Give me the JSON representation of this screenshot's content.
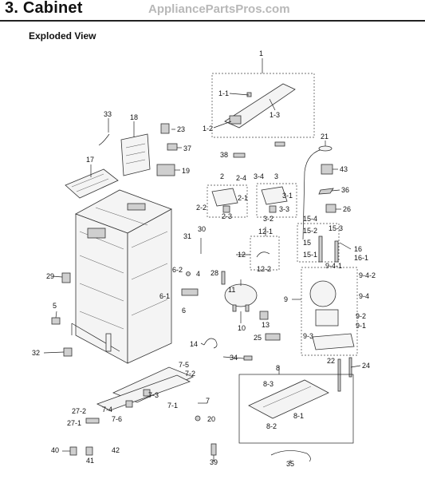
{
  "header": {
    "section_title": "3. Cabinet",
    "watermark": "AppliancePartsPros.com"
  },
  "subtitle": "Exploded View",
  "callouts": {
    "c1": "1",
    "c1_1": "1-1",
    "c1_2": "1-2",
    "c1_3": "1-3",
    "c2": "2",
    "c2_1": "2-1",
    "c2_2": "2-2",
    "c2_3": "2-3",
    "c2_4": "2-4",
    "c3": "3",
    "c3_1": "3-1",
    "c3_2": "3-2",
    "c3_3": "3-3",
    "c3_4": "3-4",
    "c4": "4",
    "c5": "5",
    "c6": "6",
    "c6_1": "6-1",
    "c6_2": "6-2",
    "c7": "7",
    "c7_1": "7-1",
    "c7_2": "7-2",
    "c7_3": "7-3",
    "c7_4": "7-4",
    "c7_5": "7-5",
    "c7_6": "7-6",
    "c8": "8",
    "c8_1": "8-1",
    "c8_2": "8-2",
    "c8_3": "8-3",
    "c9": "9",
    "c9_1": "9-1",
    "c9_2": "9-2",
    "c9_3": "9-3",
    "c9_4": "9-4",
    "c9_4_1": "9-4-1",
    "c9_4_2": "9-4-2",
    "c10": "10",
    "c11": "11",
    "c12": "12",
    "c12_1": "12-1",
    "c12_2": "12-2",
    "c13": "13",
    "c14": "14",
    "c15_1": "15-1",
    "c15_2": "15-2",
    "c15_3": "15-3",
    "c15_4": "15-4",
    "c15": "15",
    "c16": "16",
    "c16_1": "16-1",
    "c17": "17",
    "c18": "18",
    "c19": "19",
    "c20": "20",
    "c21": "21",
    "c22": "22",
    "c23": "23",
    "c24": "24",
    "c25": "25",
    "c26": "26",
    "c27_1": "27-1",
    "c27_2": "27-2",
    "c28": "28",
    "c29": "29",
    "c30": "30",
    "c31": "31",
    "c32": "32",
    "c33": "33",
    "c34": "34",
    "c35": "35",
    "c36": "36",
    "c37": "37",
    "c38": "38",
    "c39": "39",
    "c40": "40",
    "c41": "41",
    "c42": "42",
    "c43": "43"
  }
}
